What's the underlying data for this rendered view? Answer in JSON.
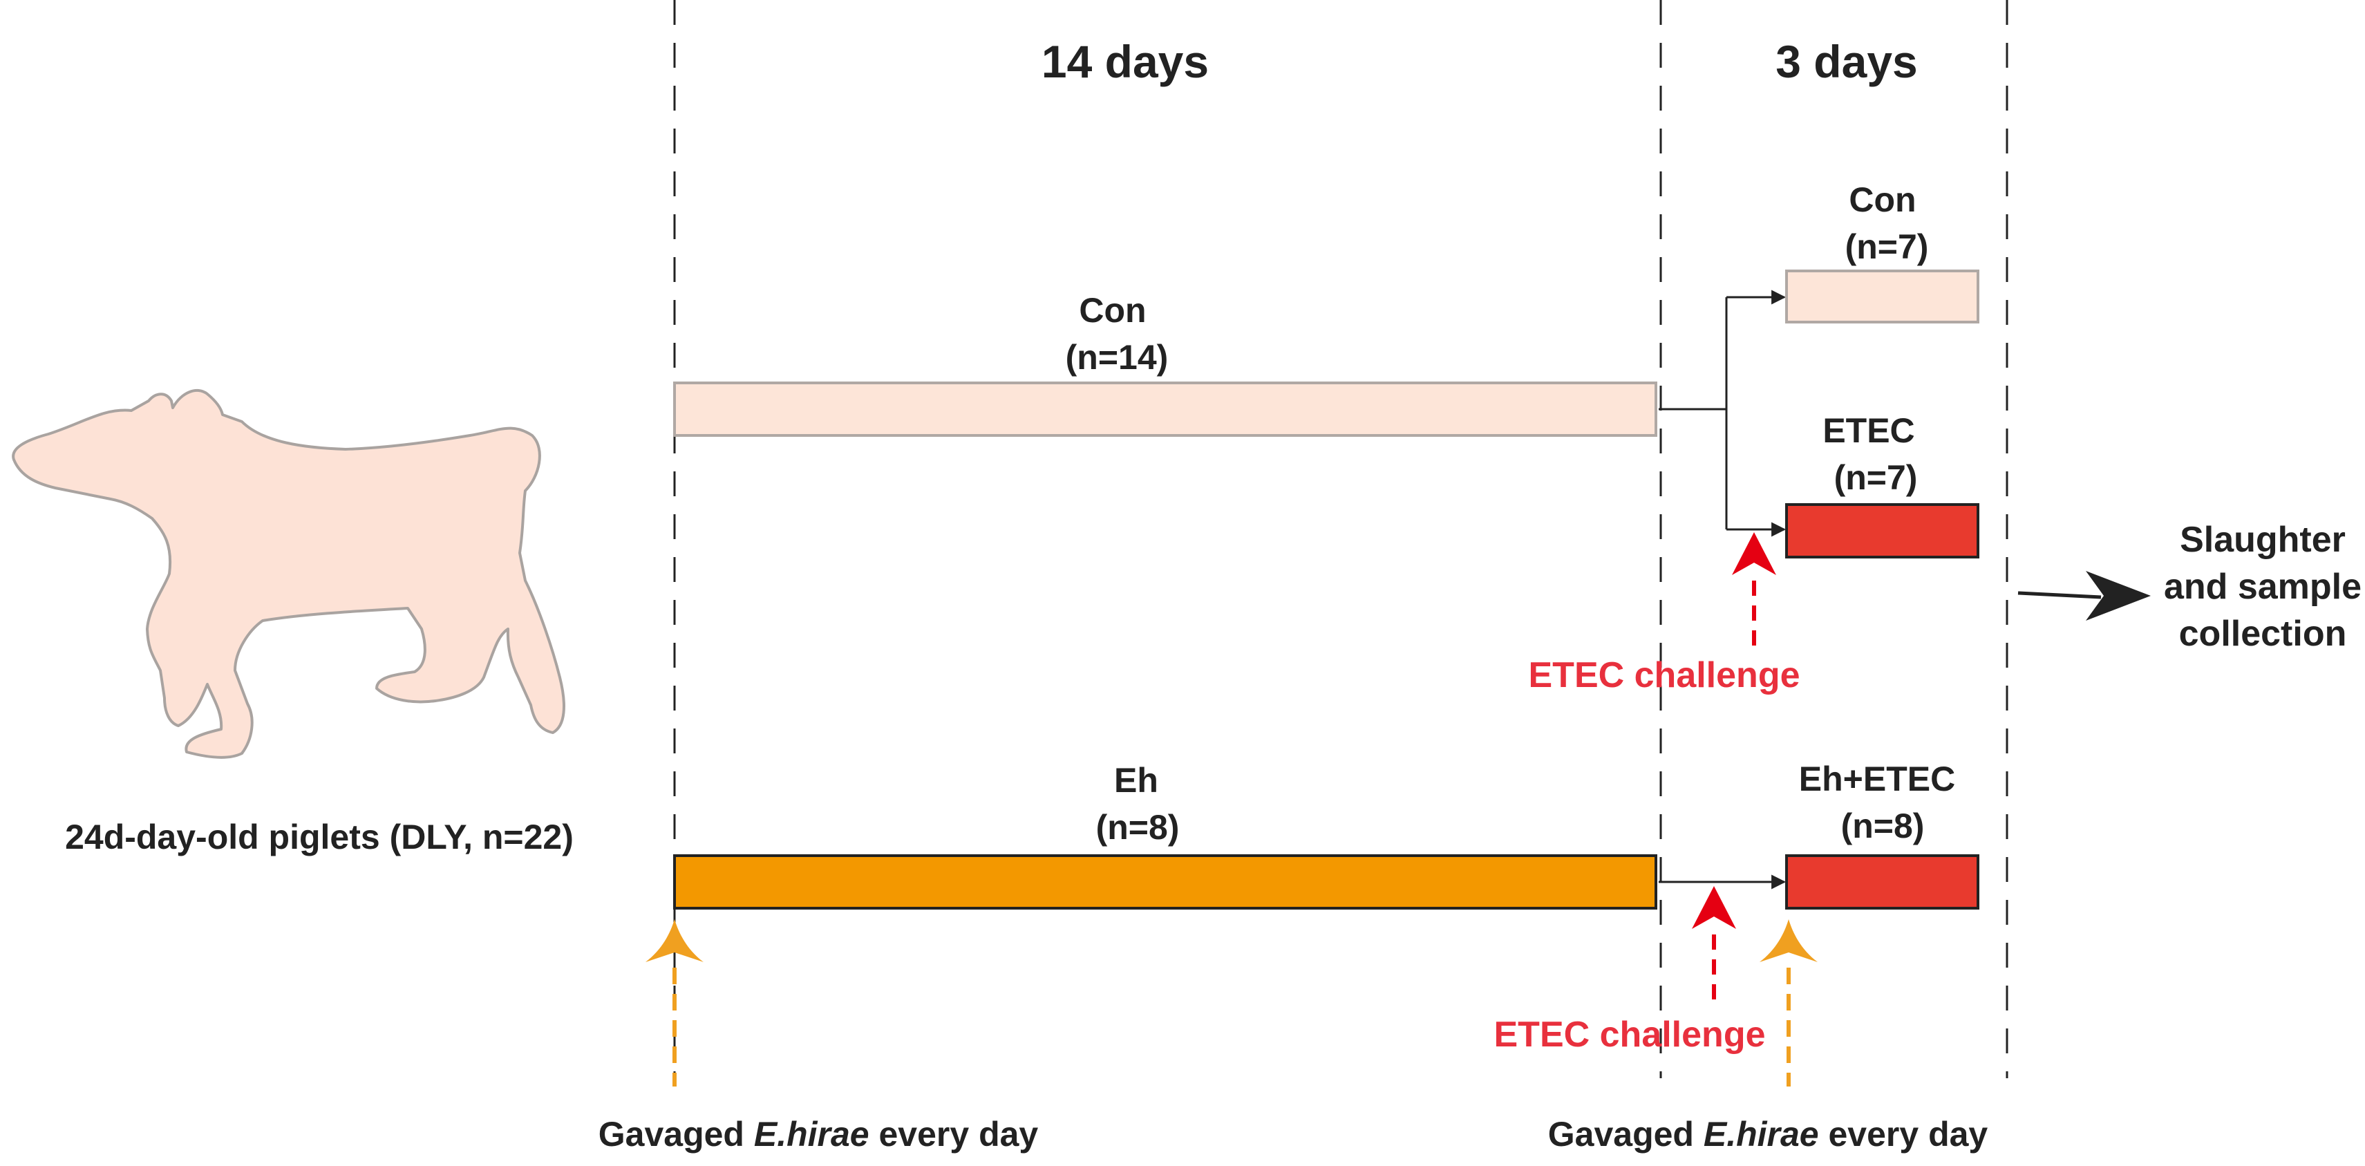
{
  "periods": {
    "first": "14 days",
    "second": "3 days"
  },
  "animal": {
    "label": "24d-day-old piglets (DLY, n=22)",
    "icon": "pig-icon"
  },
  "groups": {
    "con_main": {
      "name": "Con",
      "n": "(n=14)"
    },
    "eh_main": {
      "name": "Eh",
      "n": "(n=8)"
    },
    "con_sub": {
      "name": "Con",
      "n": "(n=7)"
    },
    "etec_sub": {
      "name": "ETEC",
      "n": "(n=7)"
    },
    "eh_etec_sub": {
      "name": "Eh+ETEC",
      "n": "(n=8)"
    }
  },
  "challenges": {
    "upper": "ETEC challenge",
    "lower": "ETEC challenge"
  },
  "gavage": {
    "left": {
      "prefix": "Gavaged ",
      "species": "E.hirae",
      "suffix": " every day"
    },
    "right": {
      "prefix": "Gavaged ",
      "species": "E.hirae",
      "suffix": " every day"
    }
  },
  "outcome": {
    "line1": "Slaughter",
    "line2": "and sample",
    "line3": "collection"
  },
  "colors": {
    "control_fill": "#fde5d8",
    "control_stroke": "#b0a8a4",
    "eh_fill": "#f39800",
    "etec_fill": "#e83a2e",
    "challenge_red": "#e50012",
    "challenge_text": "#e8303d",
    "gavage_orange": "#f0a020",
    "pig_fill": "#fde2d6",
    "pig_stroke": "#a9a3a0"
  }
}
